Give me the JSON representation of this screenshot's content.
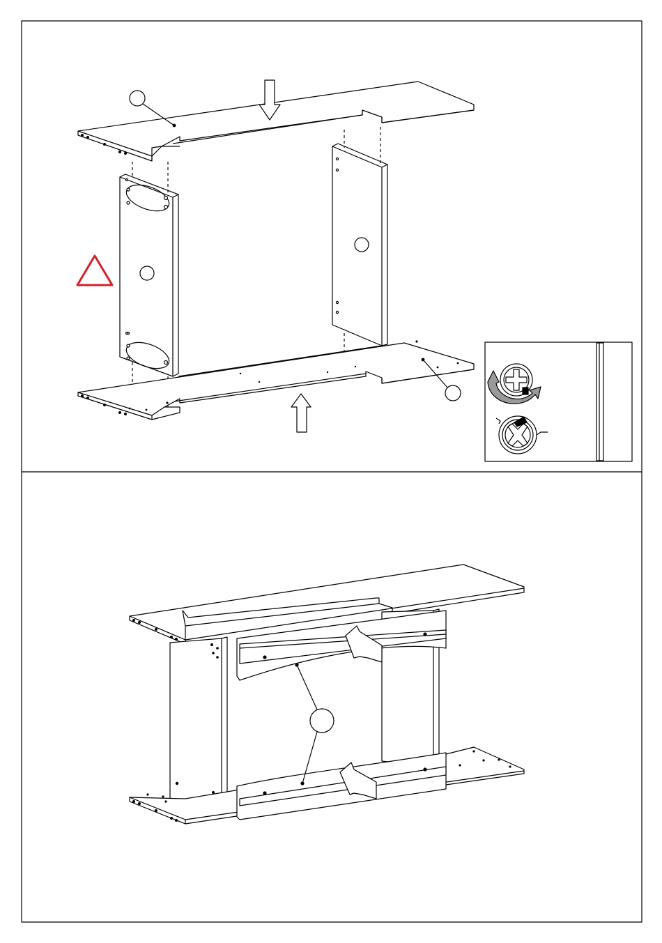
{
  "document": {
    "type": "assembly-instructions",
    "steps": [
      {
        "id": "step-1",
        "callouts": [
          {
            "label": "",
            "part": "top-panel"
          },
          {
            "label": "",
            "part": "left-side-panel"
          },
          {
            "label": "",
            "part": "right-side-panel"
          },
          {
            "label": "",
            "part": "bottom-panel"
          }
        ],
        "warning": {
          "icon": "warning-triangle-icon",
          "color": "#d32027"
        },
        "inset": {
          "icons": [
            "cam-lock-tighten-icon",
            "cam-lock-loosen-icon"
          ]
        }
      },
      {
        "id": "step-2",
        "callouts": [
          {
            "label": "",
            "part": "back-rails"
          }
        ]
      }
    ],
    "colors": {
      "line": "#000000",
      "background": "#ffffff",
      "warning": "#d32027",
      "arrow-fill": "#9a9a9a"
    }
  }
}
